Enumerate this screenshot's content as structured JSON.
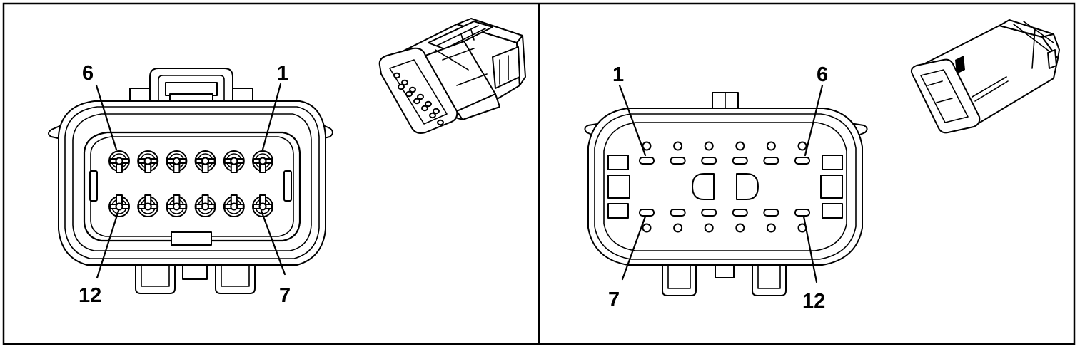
{
  "diagram": {
    "left_view": {
      "labels": {
        "top_left": "6",
        "top_right": "1",
        "bottom_left": "12",
        "bottom_right": "7"
      },
      "cavity_rows": 2,
      "cavities_per_row": 6
    },
    "right_view": {
      "labels": {
        "top_left": "1",
        "top_right": "6",
        "bottom_left": "7",
        "bottom_right": "12"
      },
      "cavity_rows": 2,
      "cavities_per_row": 6
    }
  }
}
